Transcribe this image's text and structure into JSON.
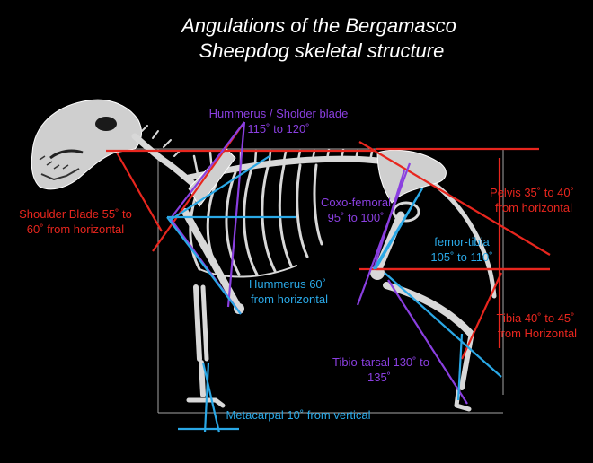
{
  "title": {
    "line1": "Angulations of the Bergamasco",
    "line2": "Sheepdog skeletal structure"
  },
  "labels": {
    "hummerus_sholder": {
      "line1": "Hummerus / Sholder blade",
      "line2": "115˚ to 120˚"
    },
    "shoulder_blade": {
      "line1": "Shoulder Blade 55˚ to",
      "line2": "60˚ from horizontal"
    },
    "coxo_femoral": {
      "line1": "Coxo-femoral",
      "line2": "95˚ to 100˚"
    },
    "pelvis": {
      "line1": "Pelvis 35˚ to 40˚",
      "line2": "from horizontal"
    },
    "femor_tibia": {
      "line1": "femor-tibia",
      "line2": "105˚ to 110˚"
    },
    "hummerus_60": {
      "line1": "Hummerus 60˚",
      "line2": "from horizontal"
    },
    "tibia": {
      "line1": "Tibia 40˚ to 45˚",
      "line2": "from Horizontal"
    },
    "tibio_tarsal": {
      "line1": "Tibio-tarsal 130˚ to",
      "line2": "135˚"
    },
    "metacarpal": {
      "line1": "Metacarpal 10˚ from vertical"
    }
  },
  "colors": {
    "background": "#000000",
    "title": "#ffffff",
    "red": "#e8261e",
    "purple": "#8a3fe0",
    "blue": "#2aa8e6",
    "bone": "#d8d8d8"
  }
}
